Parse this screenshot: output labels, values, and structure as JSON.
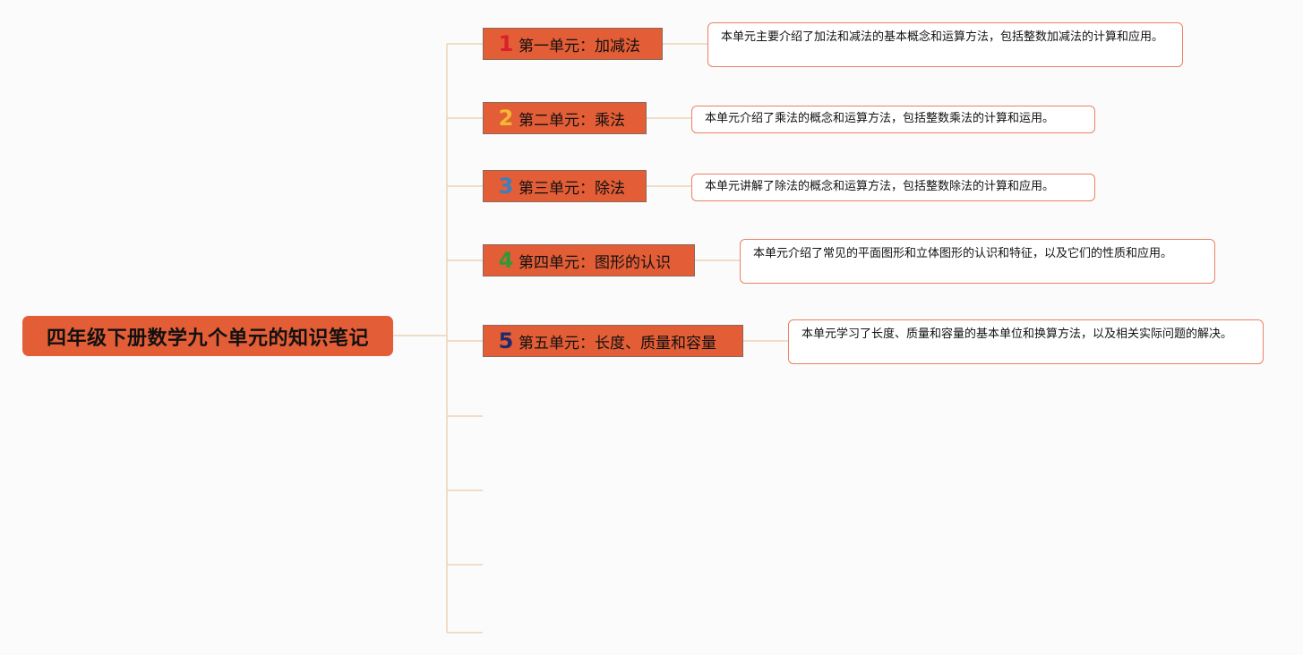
{
  "root": {
    "title": "四年级下册数学九个单元的知识笔记"
  },
  "units": [
    {
      "num": "1",
      "num_color": "#d8212a",
      "label": "第一单元：加减法",
      "desc": "本单元主要介绍了加法和减法的基本概念和运算方法，包括整数加减法的计算和应用。"
    },
    {
      "num": "2",
      "num_color": "#f5b833",
      "label": "第二单元：乘法",
      "desc": "本单元介绍了乘法的概念和运算方法，包括整数乘法的计算和运用。"
    },
    {
      "num": "3",
      "num_color": "#3a7fc0",
      "label": "第三单元：除法",
      "desc": "本单元讲解了除法的概念和运算方法，包括整数除法的计算和应用。"
    },
    {
      "num": "4",
      "num_color": "#2f9a35",
      "label": "第四单元：图形的认识",
      "desc": "本单元介绍了常见的平面图形和立体图形的认识和特征，以及它们的性质和应用。"
    },
    {
      "num": "5",
      "num_color": "#1f2a6e",
      "label": "第五单元：长度、质量和容量",
      "desc": "本单元学习了长度、质量和容量的基本单位和换算方法，以及相关实际问题的解决。"
    }
  ],
  "colors": {
    "node_fill": "#e35d36",
    "desc_border": "#ec8064",
    "connector": "#ecd3b8"
  }
}
